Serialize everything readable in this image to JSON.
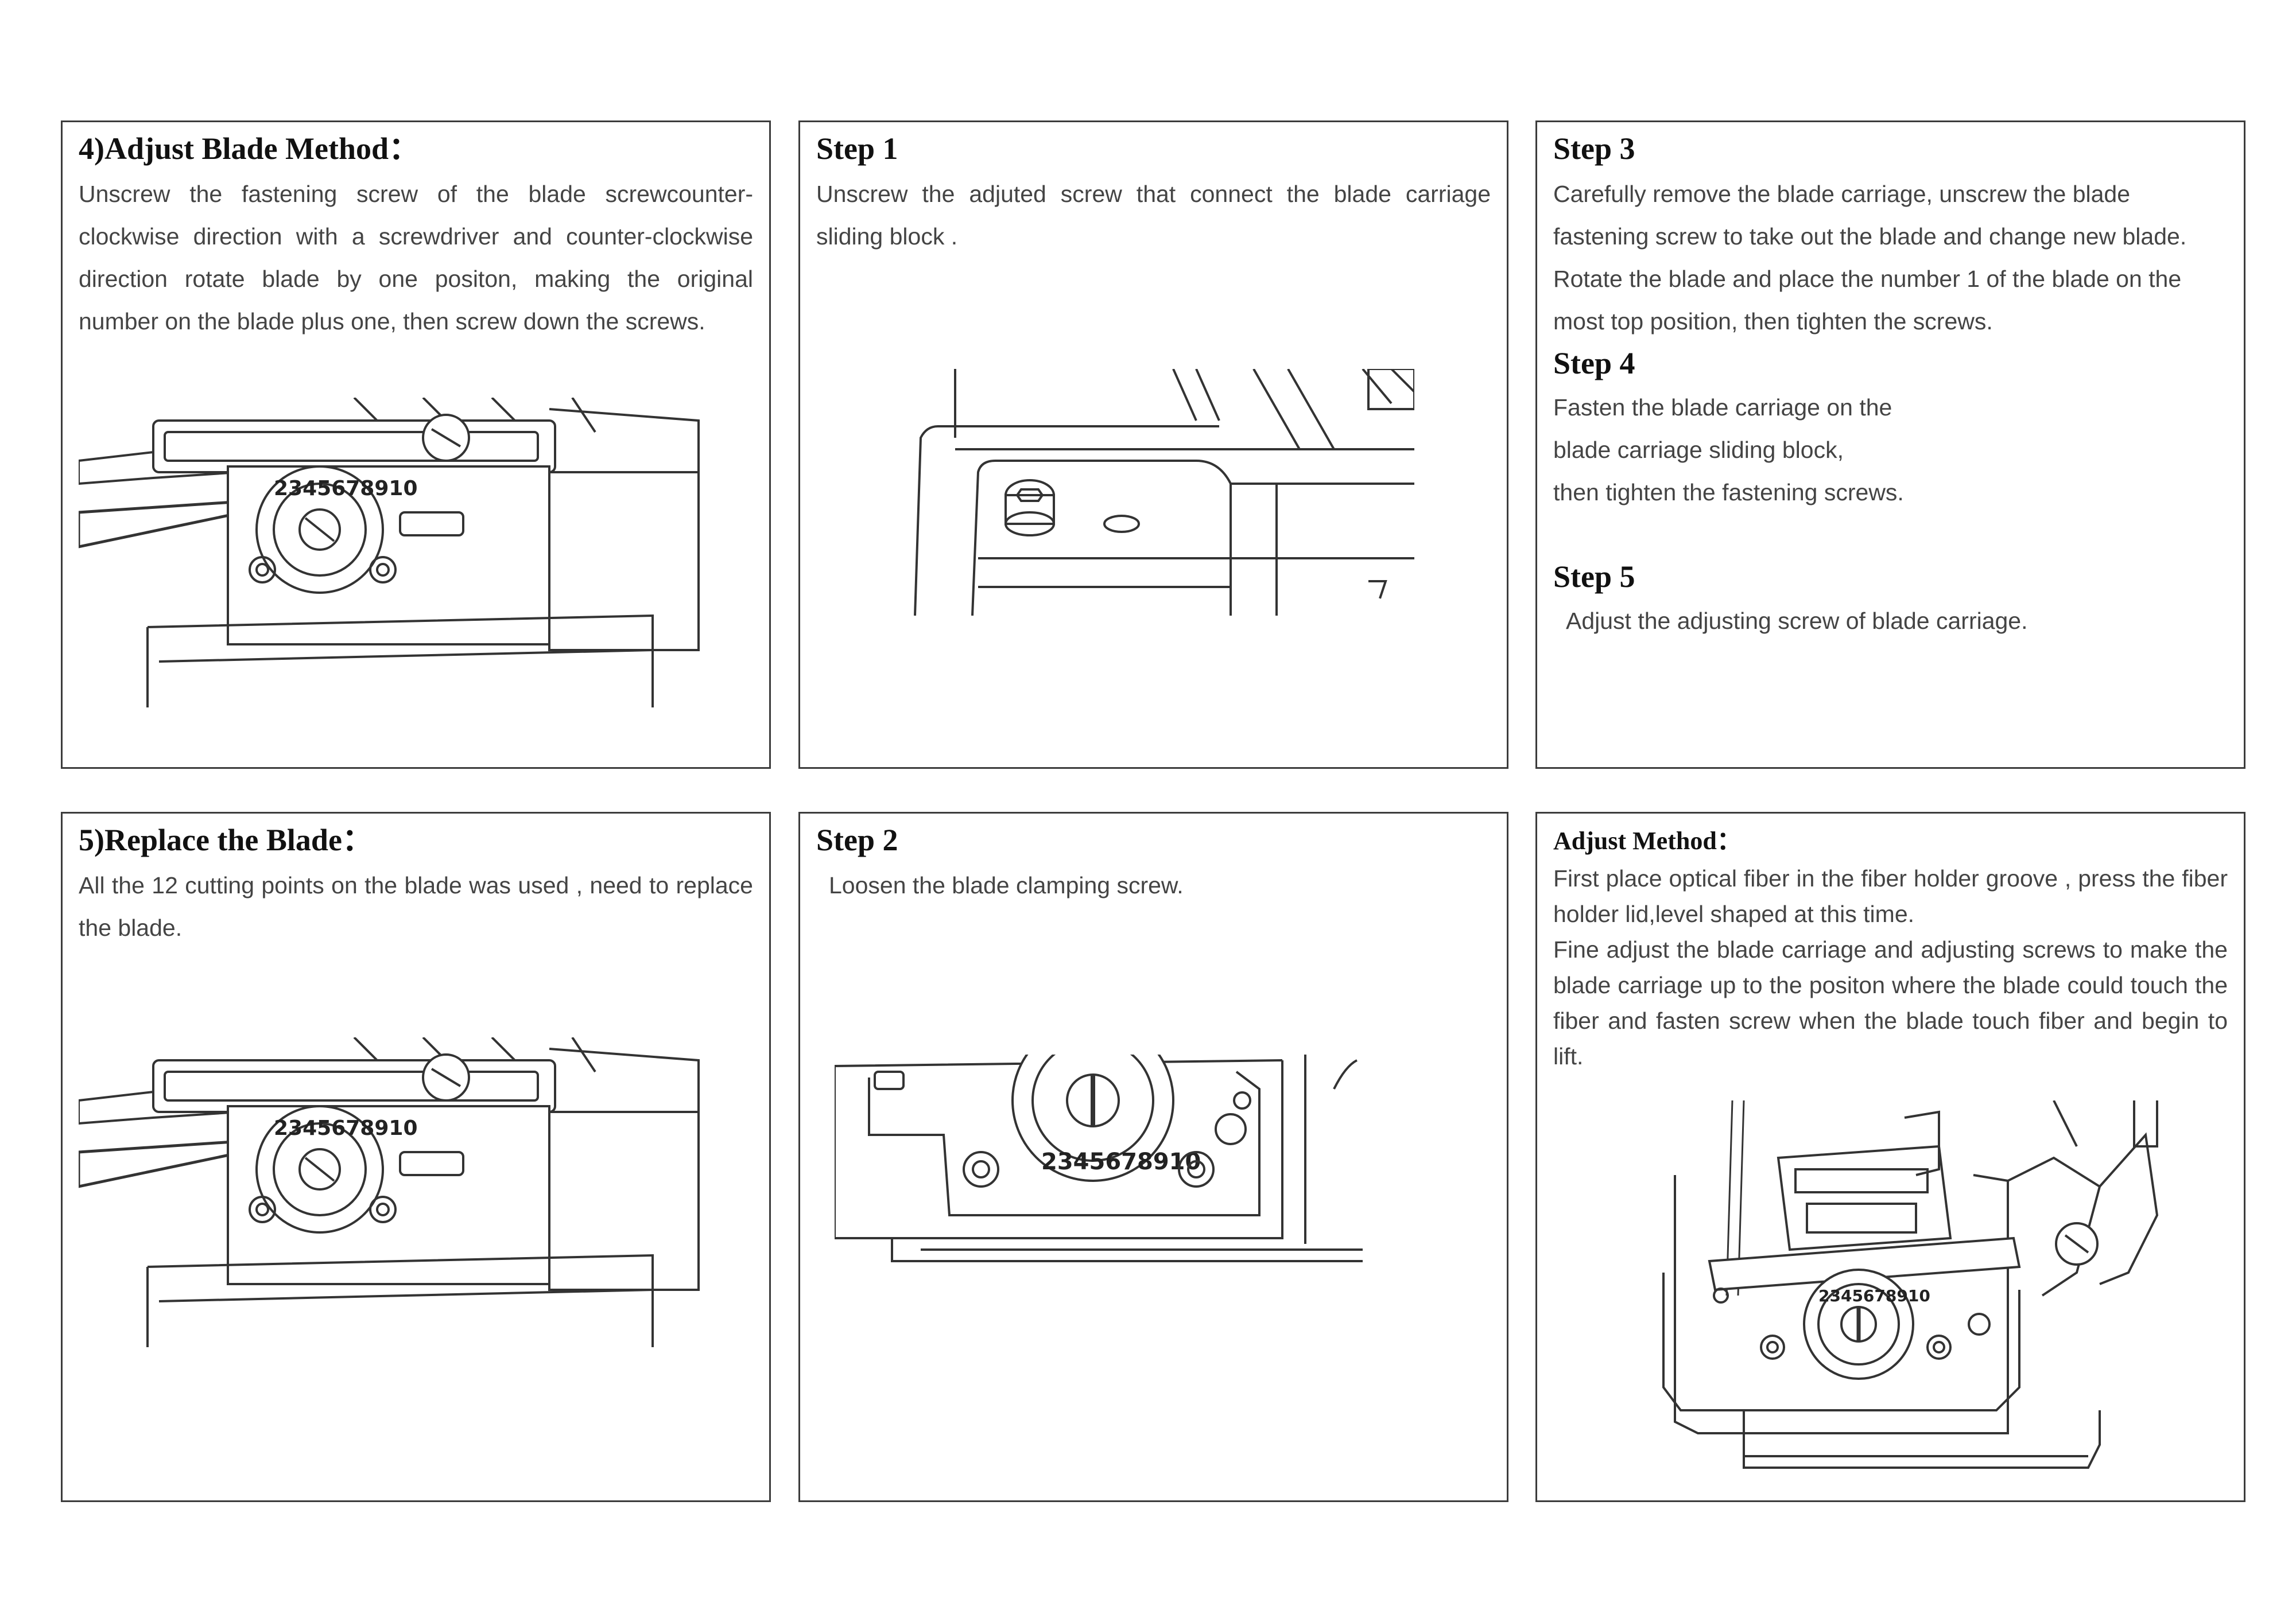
{
  "panels": {
    "adjust_blade": {
      "title": "4)Adjust Blade Method：",
      "text": "Unscrew the fastening screw of the blade screwcounter-clockwise direction with a screwdriver and counter-clockwise direction rotate blade by one positon, making the original number on the blade plus one, then screw down the screws.",
      "image": "blade-assembly-icon"
    },
    "step1": {
      "title": "Step 1",
      "text": "Unscrew the adjuted screw that connect the blade carriage sliding block .",
      "image": "sliding-block-screw-icon"
    },
    "step3": {
      "title": "Step 3",
      "text": "Carefully remove the blade carriage, unscrew the blade fastening screw to take out the blade and change new blade. Rotate the blade and place the number 1 of the blade on the most top position, then tighten the screws."
    },
    "step4": {
      "title": "Step 4",
      "lines": [
        "Fasten the blade carriage on the",
        "blade carriage sliding block,",
        "then tighten the fastening screws."
      ]
    },
    "step5": {
      "title": "Step 5",
      "text": "Adjust the adjusting screw of blade carriage."
    },
    "replace_blade": {
      "title": "5)Replace the Blade：",
      "text": "All the 12 cutting points on the blade was used , need to replace the blade.",
      "image": "blade-assembly-icon"
    },
    "step2": {
      "title": "Step 2",
      "text": "Loosen the blade clamping screw.",
      "image": "blade-clamp-screw-icon"
    },
    "adjust_method": {
      "title": "Adjust Method：",
      "para1": "First place optical fiber in the fiber holder groove , press the fiber holder lid,level shaped at this time.",
      "para2": "Fine adjust the blade carriage and adjusting screws to make the blade carriage up to the positon where the blade could touch the fiber and fasten screw when the blade touch fiber and begin to lift.",
      "image": "fiber-cleaver-icon"
    }
  },
  "blade_numbers": "2345678910",
  "colors": {
    "border": "#3c3c3c",
    "text": "#444444",
    "heading": "#111111"
  }
}
